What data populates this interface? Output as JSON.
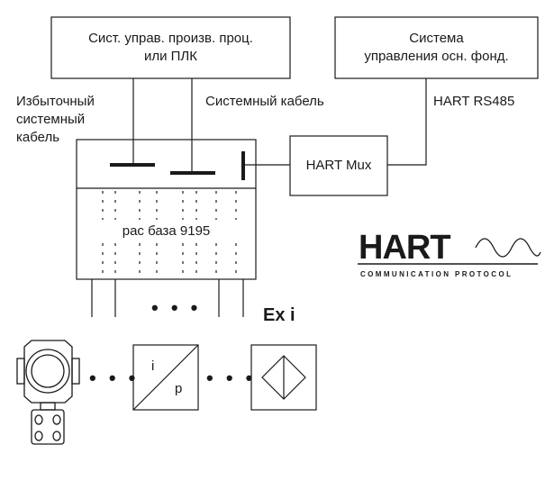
{
  "boxes": {
    "dcs": {
      "line1": "Сист. управ. произв. проц.",
      "line2": "или  ПЛК"
    },
    "asset": {
      "line1": "Система",
      "line2": "управления  осн. фонд."
    },
    "mux": {
      "label": "HART Mux"
    },
    "base": {
      "label": "рас база 9195"
    }
  },
  "labels": {
    "redundant": [
      "Избыточный",
      "системный",
      "кабель"
    ],
    "system_cable": "Системный кабель",
    "rs485": "HART RS485",
    "ex": "Ex i",
    "ellipsis": "• • •"
  },
  "converter": {
    "top": "i",
    "bottom": "p"
  },
  "logo": {
    "word": "HART",
    "tagline": "COMMUNICATION PROTOCOL"
  }
}
